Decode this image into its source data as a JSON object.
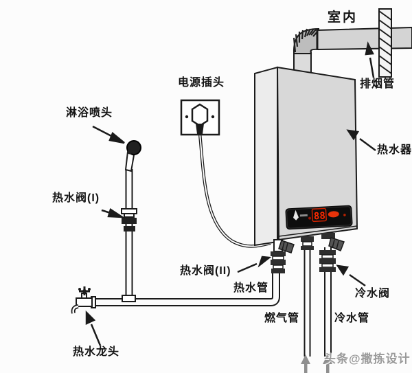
{
  "diagram": {
    "title_labels": {
      "indoor": "室内",
      "exhaust_pipe": "排烟管",
      "water_heater": "热水器",
      "power_plug": "电源插头",
      "shower_head": "淋浴喷头",
      "hot_water_valve_1": "热水阀(I)",
      "hot_water_valve_2": "热水阀(II)",
      "hot_water_pipe": "热水管",
      "gas_pipe": "燃气管",
      "cold_water_valve": "冷水阀",
      "cold_water_pipe": "冷水管",
      "hot_water_faucet": "热水龙头"
    },
    "heater_display": {
      "digits": "88"
    },
    "watermark": "头条@撒拣设计",
    "colors": {
      "line": "#1b1b1b",
      "heater_front": "#d8d8d8",
      "heater_side": "#ececec",
      "control_panel": "#0d0d0d",
      "display_red": "#ff2a00",
      "flow_arrow_gray": "#8f8f8f",
      "watermark_gray": "#9a9a9a"
    }
  }
}
